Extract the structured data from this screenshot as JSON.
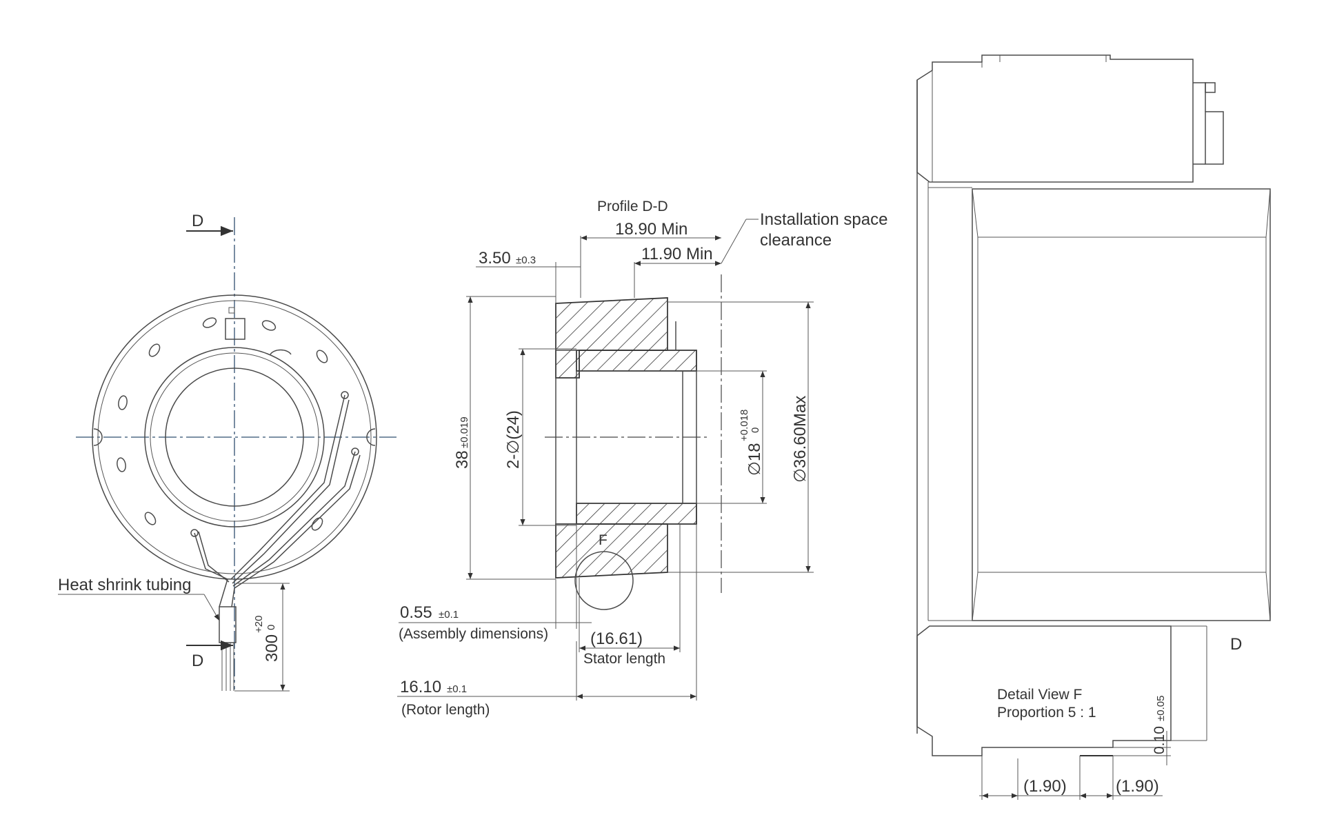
{
  "front_view": {
    "section_letter_top": "D",
    "section_letter_bottom": "D",
    "heat_shrink_label": "Heat shrink tubing",
    "lead_length_value": "300",
    "lead_tol_upper": "+20",
    "lead_tol_lower": "0"
  },
  "profile": {
    "title": "Profile D-D",
    "dim_18_90": "18.90 Min",
    "dim_11_90": "11.90 Min",
    "install_label_line1": "Installation space",
    "install_label_line2": "clearance",
    "dim_3_50": "3.50",
    "dim_3_50_tol": "±0.3",
    "dim_38": "38",
    "dim_38_tol": "±0.019",
    "dim_2_phi_24": "2-∅(24)",
    "dim_phi_18": "∅18",
    "dim_phi_18_tol_upper": "+0.018",
    "dim_phi_18_tol_lower": "0",
    "dim_phi_36_60": "∅36.60Max",
    "detail_marker": "F",
    "dim_0_55": "0.55",
    "dim_0_55_tol": "±0.1",
    "assembly_label": "(Assembly dimensions)",
    "dim_16_61": "(16.61)",
    "stator_label": "Stator length",
    "dim_16_10": "16.10",
    "dim_16_10_tol": "±0.1",
    "rotor_label": "(Rotor length)"
  },
  "detail_view": {
    "section_letter": "D",
    "title_line1": "Detail View F",
    "title_line2": "Proportion 5 : 1",
    "dim_0_10": "0.10",
    "dim_0_10_tol": "±0.05",
    "dim_1_90_left": "(1.90)",
    "dim_1_90_right": "(1.90)"
  }
}
